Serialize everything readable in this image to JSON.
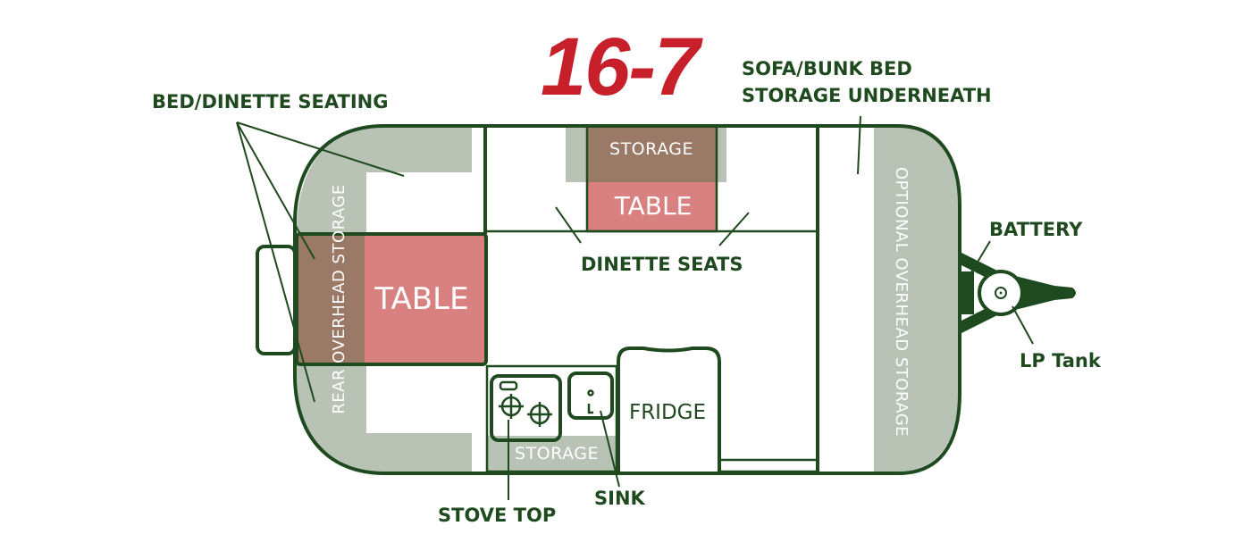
{
  "title": "16-7",
  "labels": {
    "bed_dinette_seating": "BED/DINETTE SEATING",
    "sofa_bunk_line1": "SOFA/BUNK BED",
    "sofa_bunk_line2": "STORAGE UNDERNEATH",
    "battery": "BATTERY",
    "lp_tank": "LP Tank",
    "dinette_seats": "DINETTE SEATS",
    "stove_top": "STOVE TOP",
    "sink": "SINK",
    "fridge": "FRIDGE",
    "storage_top": "STORAGE",
    "storage_bottom": "STORAGE",
    "table_top": "TABLE",
    "table_rear": "TABLE",
    "rear_overhead_storage": "REAR OVERHEAD STORAGE",
    "optional_overhead_storage": "OPTIONAL OVERHEAD STORAGE"
  },
  "colors": {
    "wall": "#1f4a1f",
    "title": "#c8202a",
    "seat_gray": "#b8c3b6",
    "storage_brown": "#9a7a66",
    "table_pink": "#d98080"
  }
}
